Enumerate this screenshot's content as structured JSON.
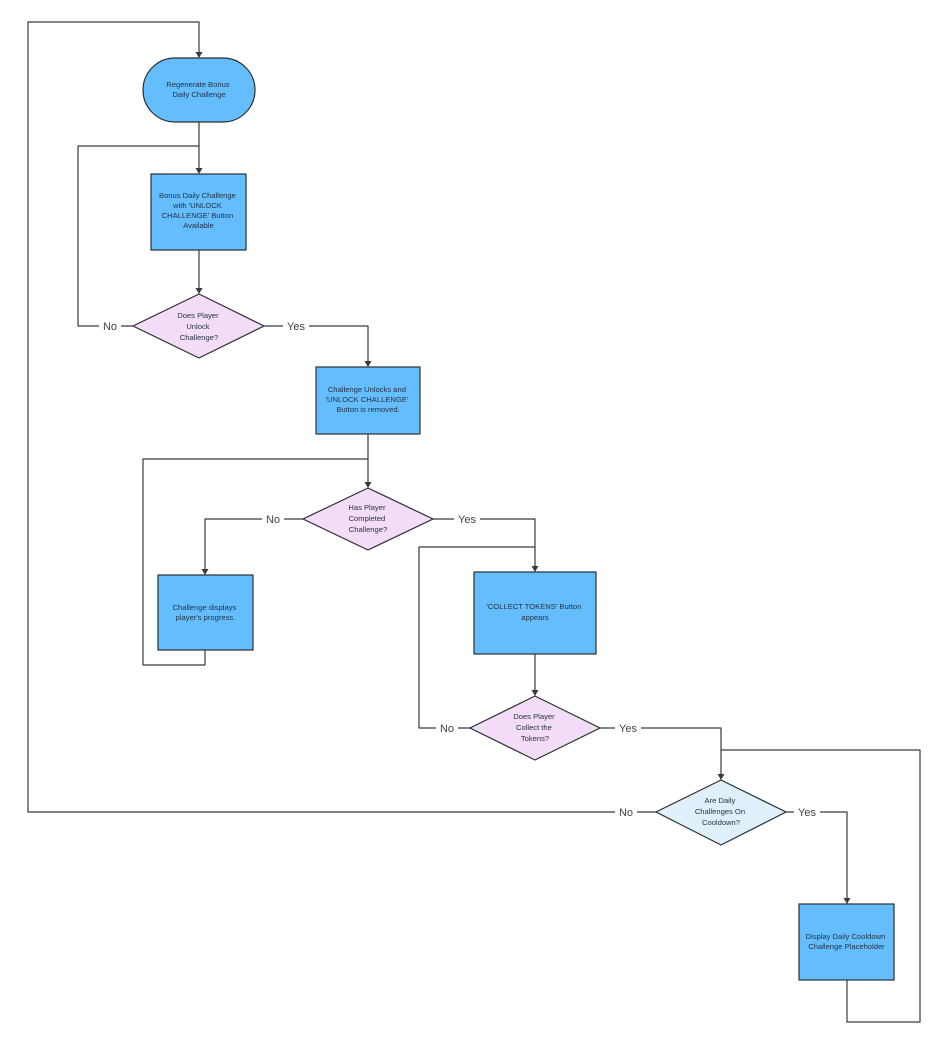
{
  "diagram": {
    "type": "flowchart",
    "colors": {
      "process_fill": "#64bdfd",
      "decision_fill": "#f3dcf7",
      "cooldown_decision_fill": "#dff0fb",
      "stroke": "#2b2f33",
      "connector": "#3a3a3a",
      "text": "#243447",
      "background": "#ffffff"
    },
    "nodes": {
      "regenerate": {
        "shape": "terminal",
        "lines": [
          "Regenerate Bonus",
          "Daily Challenge"
        ]
      },
      "bonus_available": {
        "shape": "process",
        "lines": [
          "Bonus Daily Challenge",
          "with 'UNLOCK",
          "CHALLENGE' Button",
          "Available"
        ]
      },
      "unlock_decision": {
        "shape": "decision",
        "lines": [
          "Does Player",
          "Unlock",
          "Challenge?"
        ]
      },
      "challenge_unlocks": {
        "shape": "process",
        "lines": [
          "Challenge Unlocks and",
          "'UNLOCK CHALLENGE'",
          "Button is removed."
        ]
      },
      "completed_decision": {
        "shape": "decision",
        "lines": [
          "Has Player",
          "Completed",
          "Challenge?"
        ]
      },
      "progress": {
        "shape": "process",
        "lines": [
          "Challenge displays",
          "player's progress."
        ]
      },
      "collect_button": {
        "shape": "process",
        "lines": [
          "'COLLECT TOKENS' Button",
          "appears"
        ]
      },
      "collect_decision": {
        "shape": "decision",
        "lines": [
          "Does Player",
          "Collect the",
          "Tokens?"
        ]
      },
      "cooldown_decision": {
        "shape": "decision",
        "lines": [
          "Are Daily",
          "Challenges On",
          "Cooldown?"
        ]
      },
      "placeholder": {
        "shape": "process",
        "lines": [
          "Display Daily Cooldown",
          "Challenge Placeholder"
        ]
      }
    },
    "edges": {
      "unlock_no": {
        "from": "unlock_decision",
        "to": "bonus_available",
        "label": "No"
      },
      "unlock_yes": {
        "from": "unlock_decision",
        "to": "challenge_unlocks",
        "label": "Yes"
      },
      "completed_no": {
        "from": "completed_decision",
        "to": "progress",
        "label": "No"
      },
      "completed_yes": {
        "from": "completed_decision",
        "to": "collect_button",
        "label": "Yes"
      },
      "collect_no": {
        "from": "collect_decision",
        "to": "collect_button",
        "label": "No"
      },
      "collect_yes": {
        "from": "collect_decision",
        "to": "cooldown_decision",
        "label": "Yes"
      },
      "cooldown_no": {
        "from": "cooldown_decision",
        "to": "regenerate",
        "label": "No"
      },
      "cooldown_yes": {
        "from": "cooldown_decision",
        "to": "placeholder",
        "label": "Yes"
      },
      "regen_to_bonus": {
        "from": "regenerate",
        "to": "bonus_available",
        "label": ""
      },
      "bonus_to_unlock": {
        "from": "bonus_available",
        "to": "unlock_decision",
        "label": ""
      },
      "unlocks_to_completed": {
        "from": "challenge_unlocks",
        "to": "completed_decision",
        "label": ""
      },
      "progress_loop": {
        "from": "progress",
        "to": "completed_decision",
        "label": ""
      },
      "collect_to_decision": {
        "from": "collect_button",
        "to": "collect_decision",
        "label": ""
      },
      "placeholder_loop": {
        "from": "placeholder",
        "to": "cooldown_decision",
        "label": ""
      }
    }
  }
}
